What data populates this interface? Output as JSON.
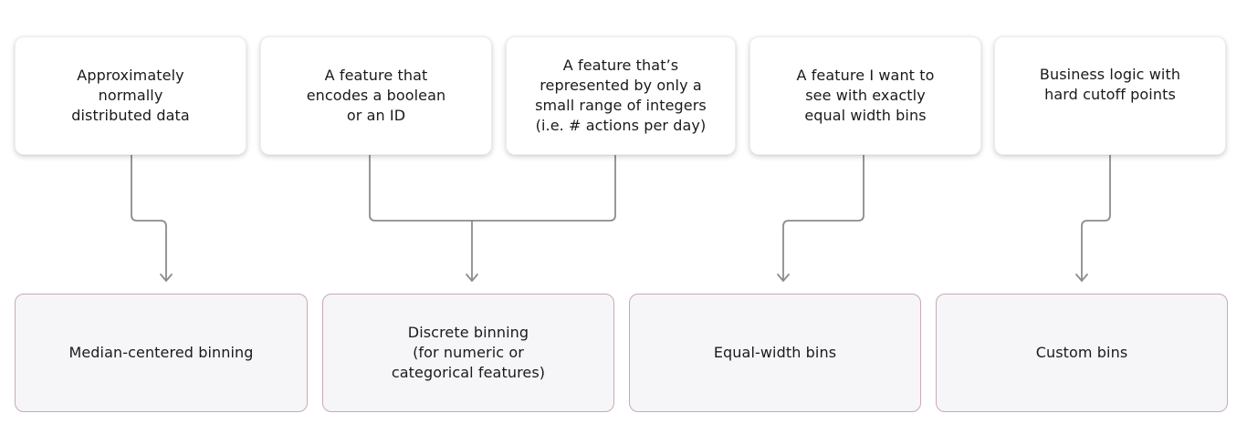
{
  "diagram": {
    "sources": [
      {
        "id": "normal",
        "label": "Approximately\nnormally\ndistributed data"
      },
      {
        "id": "boolean",
        "label": "A feature that\nencodes a boolean\nor an ID"
      },
      {
        "id": "small-range",
        "label": "A feature that’s\nrepresented by only a\nsmall range of integers\n(i.e. # actions per day)"
      },
      {
        "id": "equal-width",
        "label": "A feature I want to\nsee with exactly\nequal width bins"
      },
      {
        "id": "business",
        "label": "Business logic with\nhard cutoff points"
      }
    ],
    "targets": [
      {
        "id": "median",
        "label": "Median-centered binning"
      },
      {
        "id": "discrete",
        "label": "Discrete binning\n(for numeric or\ncategorical features)"
      },
      {
        "id": "equal",
        "label": "Equal-width bins"
      },
      {
        "id": "custom",
        "label": "Custom bins"
      }
    ],
    "edges": [
      {
        "from": "normal",
        "to": "median"
      },
      {
        "from": "boolean",
        "to": "discrete"
      },
      {
        "from": "small-range",
        "to": "discrete"
      },
      {
        "from": "equal-width",
        "to": "equal"
      },
      {
        "from": "business",
        "to": "custom"
      }
    ],
    "colors": {
      "connector": "#8c8c8c",
      "target_border": "#c9a8bc",
      "target_fill": "#f6f5f8"
    }
  }
}
